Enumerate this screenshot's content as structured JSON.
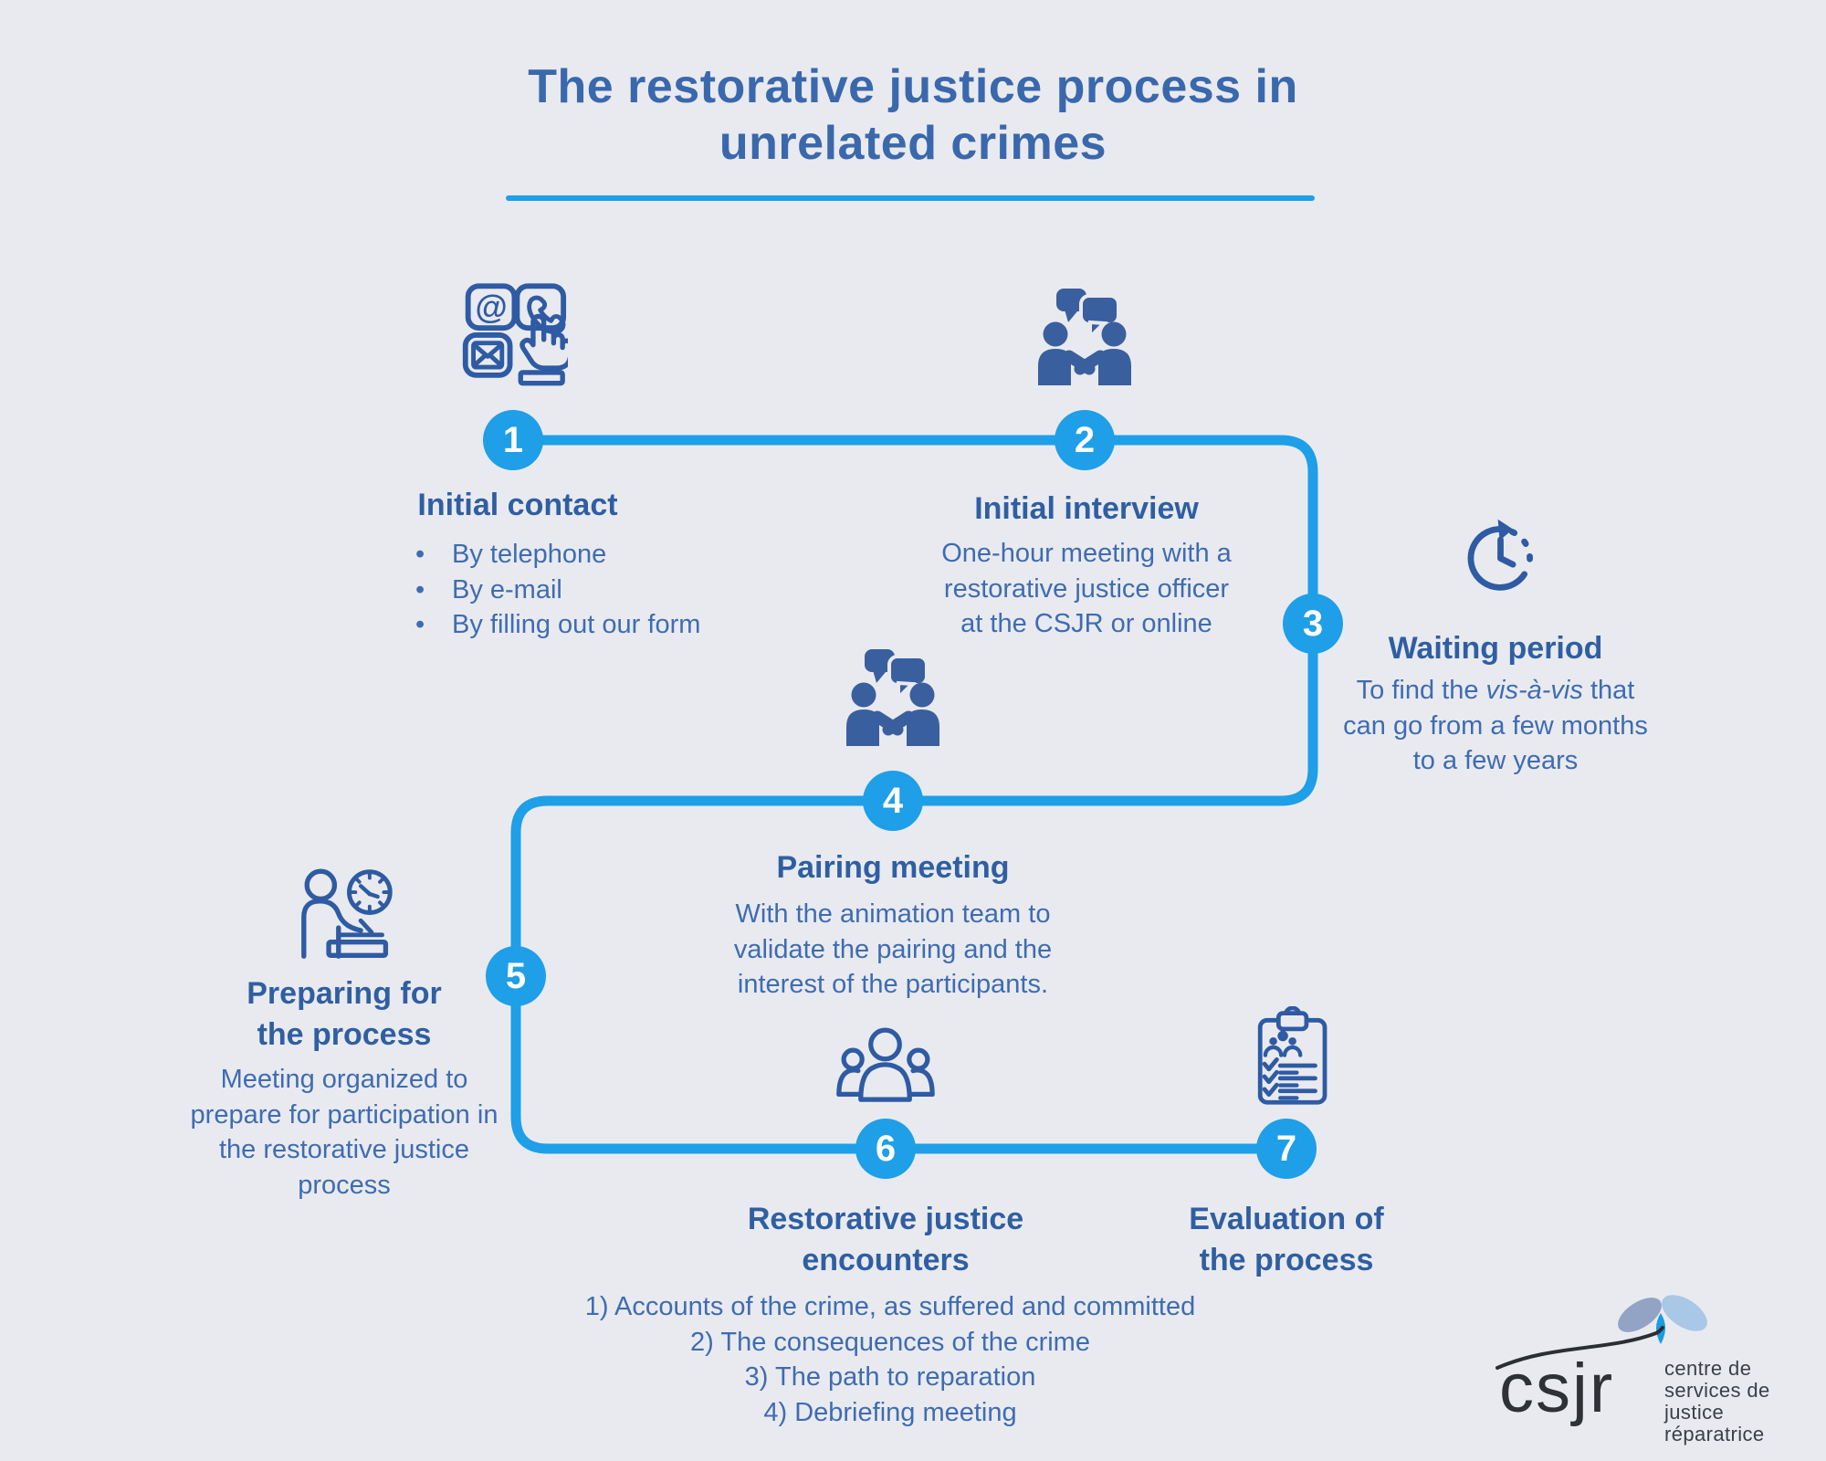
{
  "title": {
    "line1": "The restorative justice process in",
    "line2": "unrelated crimes"
  },
  "steps": [
    {
      "number": "1",
      "heading": "Initial contact",
      "bullet": "•",
      "bullets": [
        "By telephone",
        "By e-mail",
        "By filling out our form"
      ]
    },
    {
      "number": "2",
      "heading": "Initial interview",
      "body_lines": [
        "One-hour meeting with a",
        "restorative justice officer",
        "at the CSJR or online"
      ]
    },
    {
      "number": "3",
      "heading": "Waiting period",
      "line1_prefix": "To find the ",
      "line1_italic": "vis-à-vis",
      "line1_suffix": " that",
      "body_lines": [
        "can go from a few months",
        "to a few years"
      ]
    },
    {
      "number": "4",
      "heading": "Pairing meeting",
      "body_lines": [
        "With the animation team to",
        "validate the pairing and the",
        "interest of the participants."
      ]
    },
    {
      "number": "5",
      "heading_lines": [
        "Preparing for",
        "the process"
      ],
      "body_lines": [
        "Meeting organized to",
        "prepare for participation in",
        "the restorative justice",
        "process"
      ]
    },
    {
      "number": "6",
      "heading_lines": [
        "Restorative justice",
        "encounters"
      ],
      "list": [
        "1) Accounts of the crime, as suffered and committed",
        "2) The consequences of the crime",
        "3) The path to reparation",
        "4) Debriefing meeting"
      ]
    },
    {
      "number": "7",
      "heading_lines": [
        "Evaluation of",
        "the process"
      ]
    }
  ],
  "logo": {
    "wordmark": "csjr",
    "tagline": [
      "centre de",
      "services de",
      "justice réparatrice"
    ]
  },
  "icons": {
    "step1": "contact-methods",
    "step2": "conversation-handshake",
    "step3": "waiting-clock",
    "step4": "conversation-handshake",
    "step5": "preparation-desk",
    "step6": "group-people",
    "step7": "evaluation-clipboard"
  },
  "colors": {
    "background": "#e9eaef",
    "accent_blue": "#1e9fe8",
    "title_blue": "#3a68ac",
    "heading_blue": "#2f5fa2",
    "body_blue": "#3e6cb2",
    "icon_solid_navy": "#3a5f9f",
    "icon_outline_blue": "#2e5ba3",
    "logo_dark": "#2e3136"
  }
}
